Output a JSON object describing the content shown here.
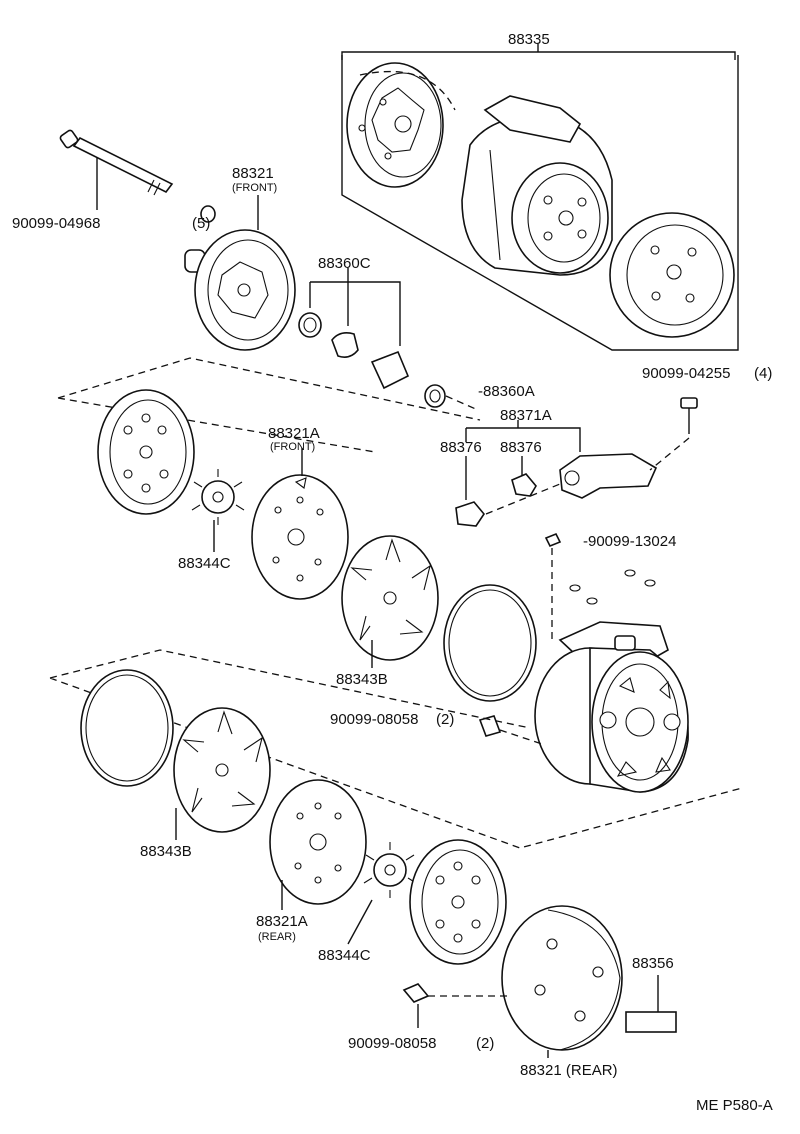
{
  "labels": {
    "assy": "88335",
    "through_bolt": "90099-04968",
    "through_bolt_qty": "(5)",
    "front_housing": "88321",
    "front_housing_sub": "(FRONT)",
    "seal_kit": "88360C",
    "o_ring": "-88360A",
    "bolt_4255": "90099-04255",
    "bolt_4255_qty": "(4)",
    "valve_kit": "88371A",
    "valve_left": "88376",
    "valve_right": "88376",
    "valve_plate_front": "88321A",
    "valve_plate_front_sub": "(FRONT)",
    "reed_front": "88344C",
    "suction_reed_front": "88343B",
    "screw_13024": "-90099-13024",
    "pin_upper": "90099-08058",
    "pin_upper_qty": "(2)",
    "suction_reed_rear": "88343B",
    "valve_plate_rear": "88321A",
    "valve_plate_rear_sub": "(REAR)",
    "reed_rear": "88344C",
    "label_plate": "88356",
    "pin_lower": "90099-08058",
    "pin_lower_qty": "(2)",
    "rear_housing": "88321 (REAR)"
  },
  "footer": {
    "code": "ME  P580-A"
  }
}
